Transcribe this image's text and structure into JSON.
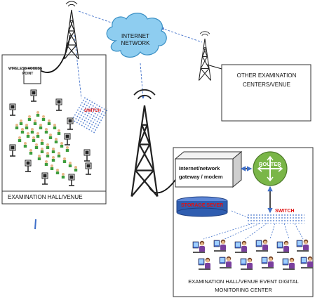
{
  "internet_cloud": {
    "label_line1": "INTERNET",
    "label_line2": "NETWORK"
  },
  "wireless_access_point": {
    "line1": "WIRELESS ACCESS",
    "line2": "POINT"
  },
  "other_centers": {
    "line1": "OTHER EXAMINATION",
    "line2": "CENTERS/VENUE"
  },
  "hall_left": {
    "caption": "EXAMINATION  HALL/VENUE",
    "switch_label": "SWITCH"
  },
  "gateway": {
    "line1": "Internet/network",
    "line2": "gateway / modem"
  },
  "router": {
    "label": "ROUTER"
  },
  "storage": {
    "label": "STORAGE SEVER"
  },
  "switch_right": {
    "label": "SWITCH"
  },
  "monitoring": {
    "line1": "EXAMINATION HALL/VENUE  EVENT DIGITAL",
    "line2": "MONITORING CENTER"
  },
  "colors": {
    "cloud_fill": "#8ecdf0",
    "cloud_stroke": "#3a8fc4",
    "router_fill": "#7ab648",
    "storage_fill": "#2f5db0",
    "switch_red": "#e01010",
    "link_blue": "#3f6fc9",
    "person_green": "#3e9e3e"
  }
}
